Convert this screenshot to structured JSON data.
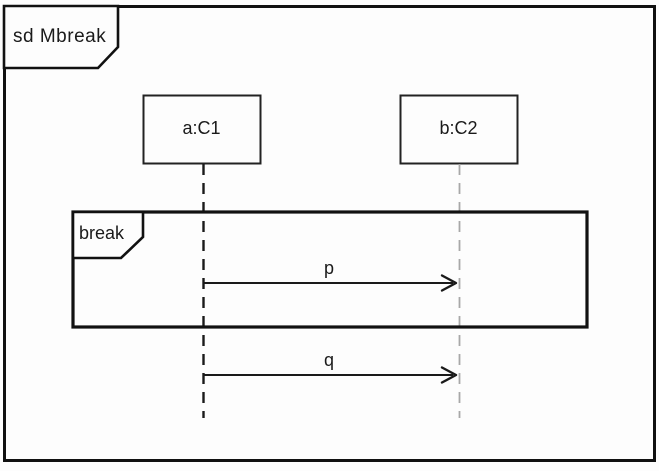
{
  "diagram": {
    "type": "uml-sequence-diagram",
    "frame": {
      "label": "sd Mbreak"
    },
    "lifelines": [
      {
        "name": "a:C1"
      },
      {
        "name": "b:C2"
      }
    ],
    "fragment": {
      "operator": "break"
    },
    "messages": [
      {
        "label": "p",
        "from": "a:C1",
        "to": "b:C2",
        "inside_fragment": true
      },
      {
        "label": "q",
        "from": "a:C1",
        "to": "b:C2",
        "inside_fragment": false
      }
    ],
    "colors": {
      "line": "#1a1a1a",
      "secondary_lifeline": "#a8a8a8",
      "background": "#fdfdfd"
    }
  }
}
